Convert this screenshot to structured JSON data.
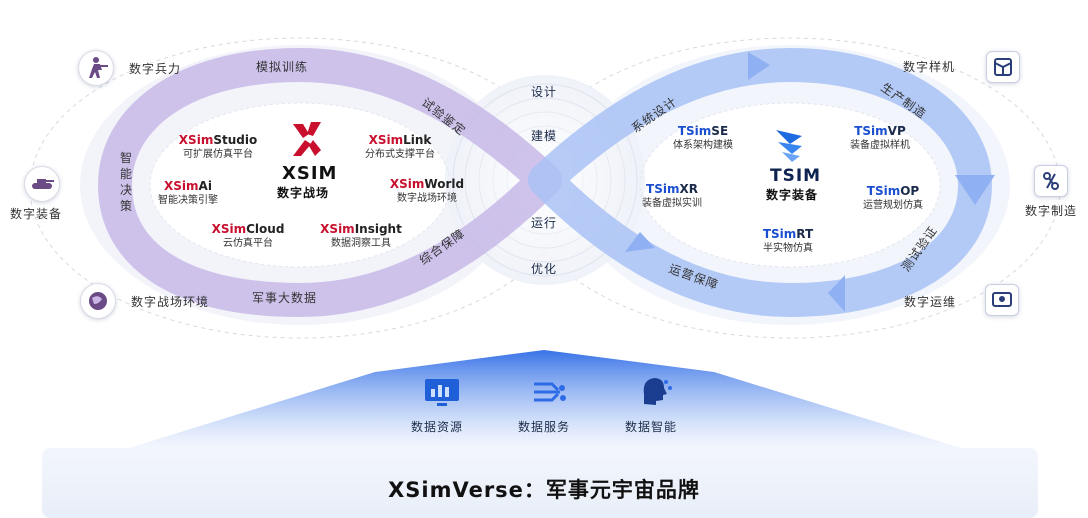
{
  "left_core": {
    "logo": "XSIM",
    "title": "数字战场"
  },
  "right_core": {
    "logo": "TSIM",
    "title": "数字装备"
  },
  "left_products": [
    {
      "a": "XSim",
      "b": "Studio",
      "desc": "可扩展仿真平台"
    },
    {
      "a": "XSim",
      "b": "Link",
      "desc": "分布式支撑平台"
    },
    {
      "a": "XSim",
      "b": "Ai",
      "desc": "智能决策引擎"
    },
    {
      "a": "XSim",
      "b": "World",
      "desc": "数字战场环境"
    },
    {
      "a": "XSim",
      "b": "Cloud",
      "desc": "云仿真平台"
    },
    {
      "a": "XSim",
      "b": "Insight",
      "desc": "数据洞察工具"
    }
  ],
  "right_products": [
    {
      "a": "TSim",
      "b": "SE",
      "desc": "体系架构建模"
    },
    {
      "a": "TSim",
      "b": "VP",
      "desc": "装备虚拟样机"
    },
    {
      "a": "TSim",
      "b": "XR",
      "desc": "装备虚拟实训"
    },
    {
      "a": "TSim",
      "b": "OP",
      "desc": "运营规划仿真"
    },
    {
      "a": "TSim",
      "b": "RT",
      "desc": "半实物仿真"
    }
  ],
  "loop_labels": {
    "mid_top": "设计",
    "mid_2": "建模",
    "mid_3": "运行",
    "mid_bottom": "优化",
    "left_top_arc": "模拟训练",
    "left_bottom_arc": "军事大数据",
    "left_vertical": "智能决策",
    "cross_down": "试验鉴定",
    "cross_up_left": "综合保障",
    "cross_up_right": "系统设计",
    "right_top_arc": "生产制造",
    "right_bottom_arc": "运营保障",
    "right_down": "测试验证"
  },
  "side_items": {
    "left_top": "数字兵力",
    "left_mid": "数字装备",
    "left_bottom": "数字战场环境",
    "right_top": "数字样机",
    "right_mid": "数字制造",
    "right_bottom": "数字运维"
  },
  "foundation": [
    "数据资源",
    "数据服务",
    "数据智能"
  ],
  "banner": "XSimVerse：军事元宇宙品牌",
  "icons": [
    "soldier-icon",
    "tank-icon",
    "globe-icon",
    "cube-icon",
    "tools-icon",
    "gear-monitor-icon",
    "monitor-chart-icon",
    "data-flow-icon",
    "ai-head-icon",
    "xsim-logo-icon",
    "tsim-logo-icon"
  ],
  "colors": {
    "xsim_red": "#c8102e",
    "tsim_blue": "#1a4fd0",
    "purple_band": "#b9a7e2",
    "blue_band": "#8fb0f2",
    "beam": "#2e6be6"
  }
}
